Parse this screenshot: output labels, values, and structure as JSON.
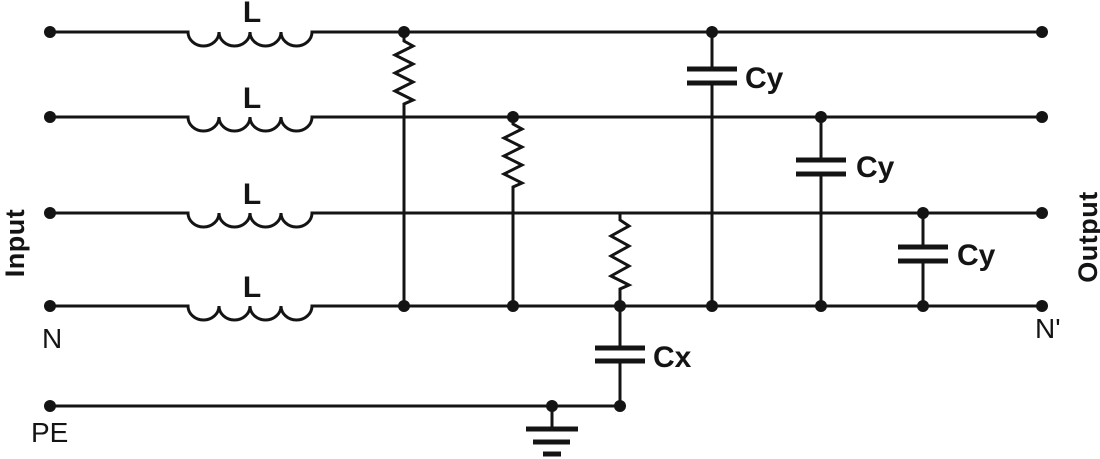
{
  "diagram": {
    "ports": {
      "input": "Input",
      "output": "Output",
      "neutral_in": "N",
      "neutral_out": "N'",
      "earth": "PE"
    },
    "inductors": [
      {
        "label": "L"
      },
      {
        "label": "L"
      },
      {
        "label": "L"
      },
      {
        "label": "L"
      }
    ],
    "capacitors": [
      {
        "label": "Cy"
      },
      {
        "label": "Cy"
      },
      {
        "label": "Cy"
      },
      {
        "label": "Cx"
      }
    ],
    "colors": {
      "ink": "#141414",
      "background": "#ffffff"
    }
  }
}
